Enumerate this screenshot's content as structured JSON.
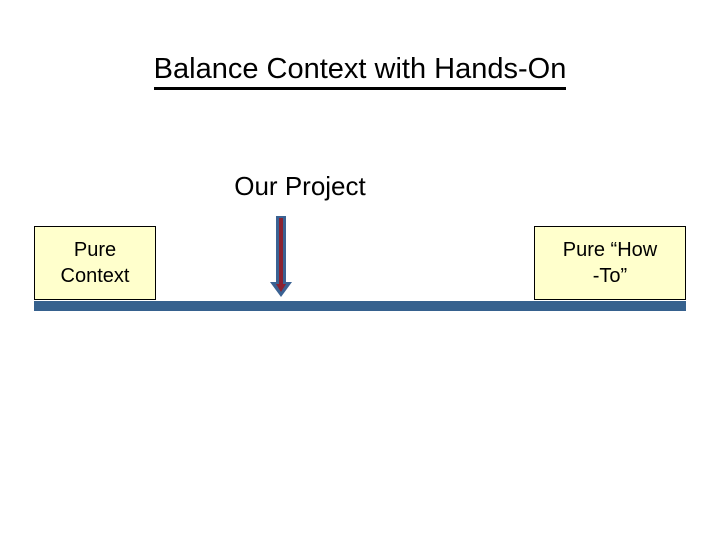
{
  "slide": {
    "title": "Balance Context with Hands-On",
    "center_caption": "Our Project",
    "left_box": {
      "line1": "Pure",
      "line2": "Context"
    },
    "right_box": {
      "line1": "Pure “How",
      "line2": "-To”"
    },
    "arrow": {
      "name": "down-arrow",
      "direction": "down"
    },
    "colors": {
      "background": "#ffffff",
      "text": "#000000",
      "box_fill": "#ffffcc",
      "box_border": "#000000",
      "bar": "#36618e",
      "arrow_outline": "#3a6293",
      "arrow_core": "#8b2331"
    }
  }
}
